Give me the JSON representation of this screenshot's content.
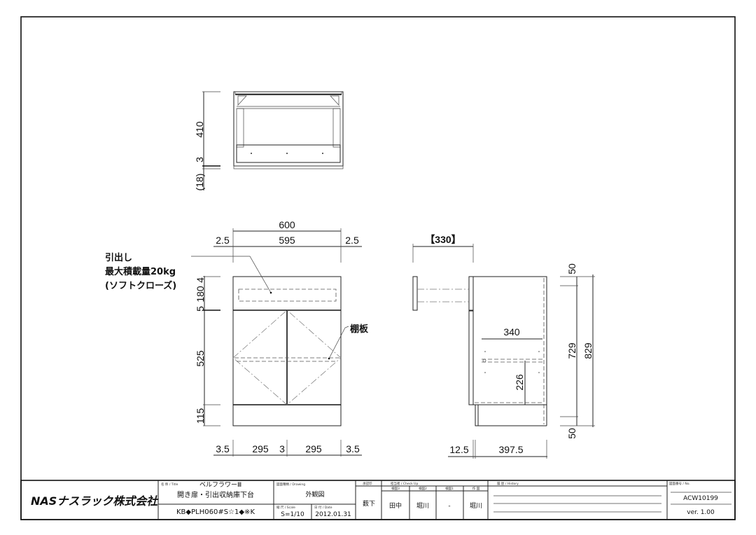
{
  "notes": {
    "drawer_line1": "引出し",
    "drawer_line2": "最大積載量20kg",
    "drawer_line3": "(ソフトクローズ)",
    "shelf": "棚板"
  },
  "top_view": {
    "dims": [
      "410",
      "3",
      "(18)"
    ]
  },
  "front_view": {
    "width_total": "600",
    "width_inner": "595",
    "side_left": "2.5",
    "side_right": "2.5",
    "heights": [
      "4",
      "180",
      "5",
      "525",
      "115"
    ],
    "bottom": [
      "3.5",
      "295",
      "3",
      "295",
      "3.5"
    ]
  },
  "side_view": {
    "drawer_pull": "【330】",
    "shelf_depth": "340",
    "shelf_height": "226",
    "height_inner": "729",
    "height_total": "829",
    "top_gap": "50",
    "bottom_gap": "50",
    "front_offset": "12.5",
    "depth": "397.5"
  },
  "title_block": {
    "company": "NASナスラック株式会社",
    "title_label": "名 称 / Title",
    "series": "ベルフラワーⅢ",
    "product": "開き扉・引出収納庫下台",
    "model": "KB◆PLH060#S☆1◆※K",
    "drawing_label": "図面種類 / Drawing",
    "drawing": "外観図",
    "scale_label": "縮 尺 / Scale",
    "scale": "S=1/10",
    "date_label": "日 付 / Date",
    "date": "2012.01.31",
    "approval_label": "承認印",
    "approval": "薮下",
    "checkup_label": "担当者 / Check Up",
    "checkers": [
      {
        "role": "検図3",
        "name": "田中"
      },
      {
        "role": "検図2",
        "name": "堀川"
      },
      {
        "role": "検図1",
        "name": "-"
      },
      {
        "role": "作 図",
        "name": "堀川"
      }
    ],
    "history_label": "履 歴 / History",
    "number_label": "図面番号 / No.",
    "number": "ACW10199",
    "version": "ver. 1.00"
  }
}
